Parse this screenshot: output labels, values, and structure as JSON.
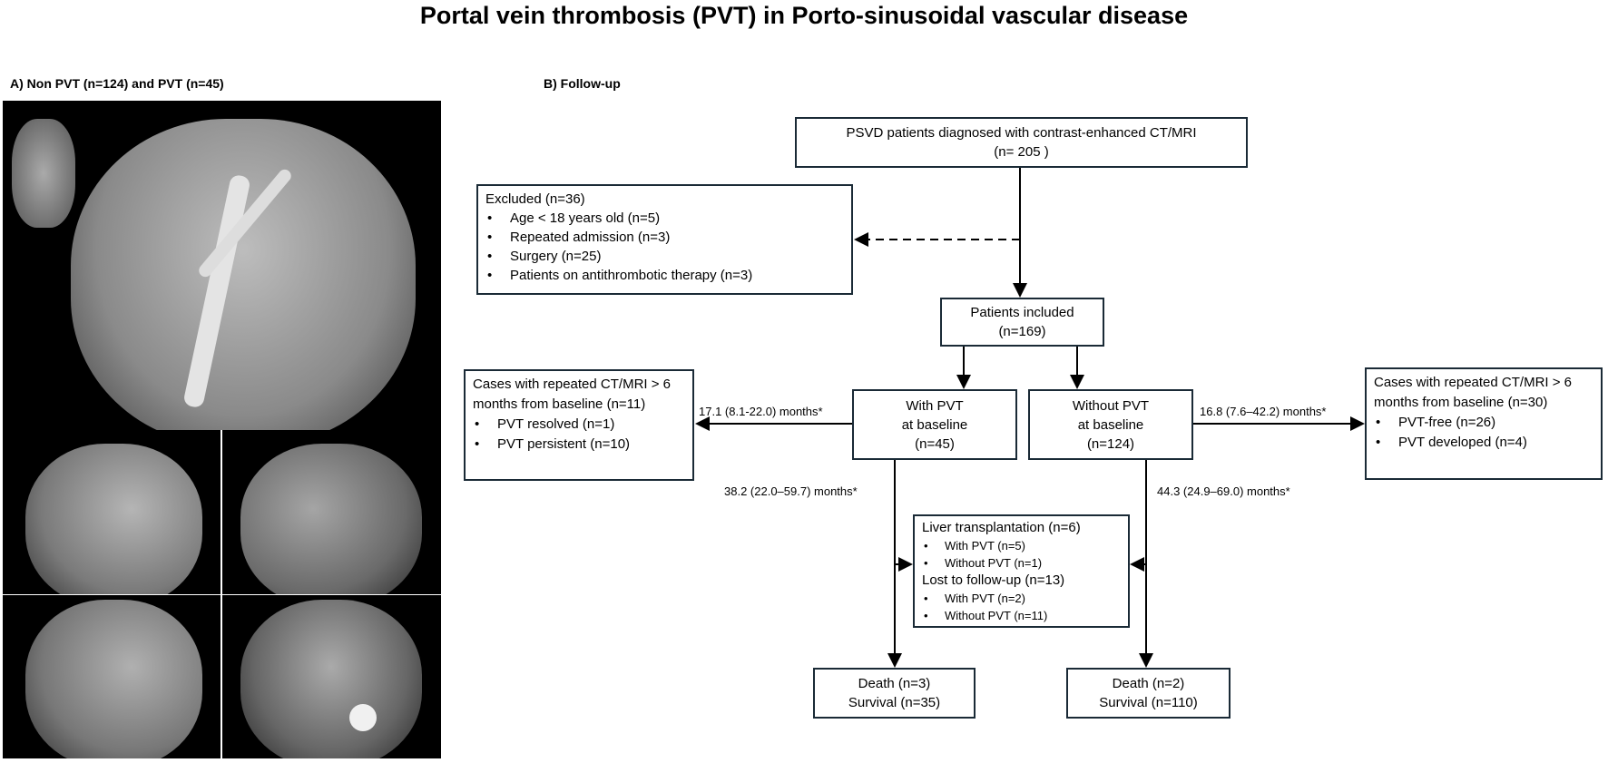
{
  "title": "Portal vein thrombosis (PVT) in Porto-sinusoidal vascular disease",
  "panel_a": {
    "label": "A) Non PVT (n=124) and PVT (n=45)"
  },
  "panel_b": {
    "label": "B) Follow-up",
    "diagnosed": {
      "line1": "PSVD patients diagnosed with contrast-enhanced CT/MRI",
      "line2": "(n= 205 )"
    },
    "excluded": {
      "title": "Excluded (n=36)",
      "items": [
        "Age < 18 years old (n=5)",
        "Repeated admission (n=3)",
        "Surgery (n=25)",
        "Patients on antithrombotic therapy (n=3)"
      ]
    },
    "included": {
      "line1": "Patients included",
      "line2": "(n=169)"
    },
    "with_pvt": {
      "line1": "With PVT",
      "line2": "at baseline",
      "line3": "(n=45)"
    },
    "without_pvt": {
      "line1": "Without PVT",
      "line2": "at baseline",
      "line3": "(n=124)"
    },
    "repeat_left": {
      "title": "Cases with repeated CT/MRI > 6 months from baseline (n=11)",
      "items": [
        "PVT resolved (n=1)",
        "PVT persistent (n=10)"
      ]
    },
    "repeat_right": {
      "title": "Cases with repeated CT/MRI > 6 months from baseline (n=30)",
      "items": [
        "PVT-free (n=26)",
        "PVT developed (n=4)"
      ]
    },
    "interval_left": "17.1 (8.1-22.0) months*",
    "interval_right": "16.8 (7.6–42.2) months*",
    "followup_left": "38.2 (22.0–59.7) months*",
    "followup_right": "44.3 (24.9–69.0) months*",
    "censored": {
      "transplant_title": "Liver transplantation (n=6)",
      "transplant_items": [
        "With PVT (n=5)",
        "Without PVT (n=1)"
      ],
      "lost_title": "Lost to follow-up (n=13)",
      "lost_items": [
        "With PVT (n=2)",
        "Without PVT (n=11)"
      ]
    },
    "outcome_left": {
      "death": "Death (n=3)",
      "survival": "Survival (n=35)"
    },
    "outcome_right": {
      "death": "Death (n=2)",
      "survival": "Survival (n=110)"
    }
  }
}
